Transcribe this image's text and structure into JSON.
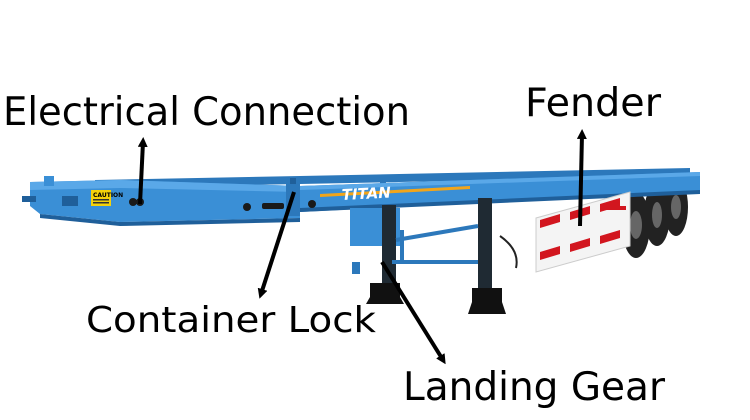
{
  "labels": {
    "electrical": "Electrical Connection",
    "fender": "Fender",
    "lock": "Container Lock",
    "landing": "Landing Gear"
  },
  "trailer": {
    "brand": "TITAN",
    "caution": "CAUTION"
  },
  "colors": {
    "frame": "#3a8fd6",
    "frame_dark": "#1f5f9a",
    "stripe": "#f2a51a",
    "tire": "#222222",
    "fender_red": "#d2161f",
    "text": "#000000"
  }
}
